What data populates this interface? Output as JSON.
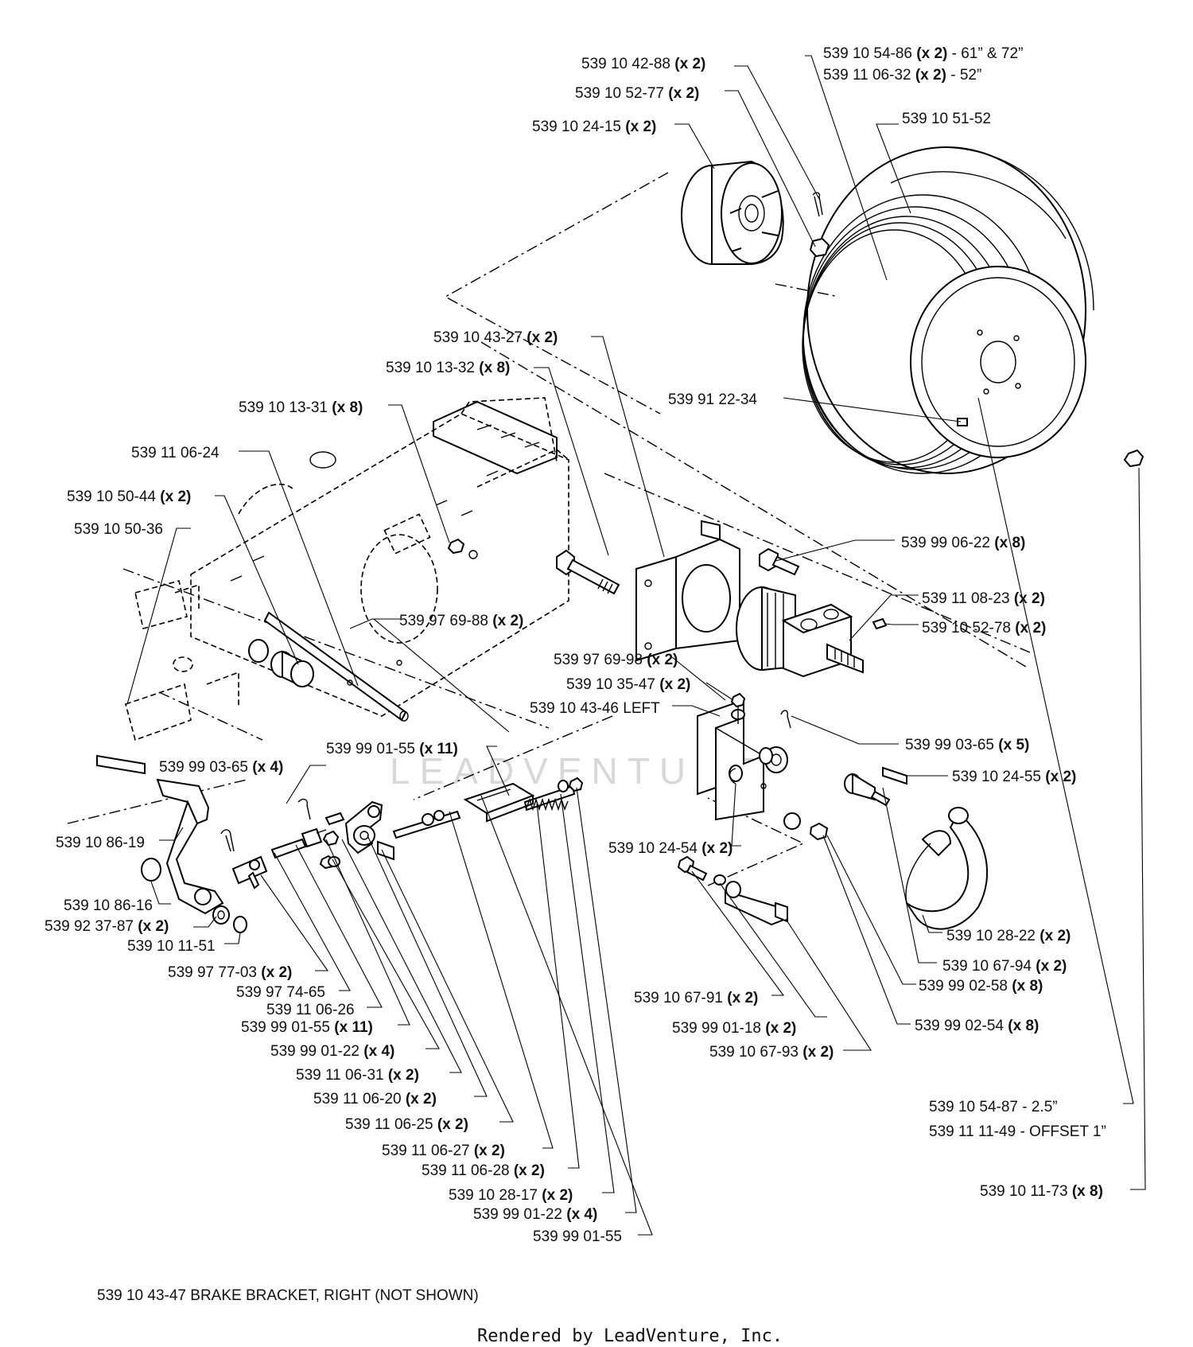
{
  "callouts": [
    {
      "id": "c01",
      "part": "539 10 54-86",
      "qty": "(x 2)",
      "suffix": " - 61” & 72”"
    },
    {
      "id": "c02",
      "part": "539 11 06-32",
      "qty": "(x 2)",
      "suffix": " - 52”"
    },
    {
      "id": "c03",
      "part": "539 10 42-88",
      "qty": "(x 2)",
      "suffix": ""
    },
    {
      "id": "c04",
      "part": "539 10 52-77",
      "qty": "(x 2)",
      "suffix": ""
    },
    {
      "id": "c05",
      "part": "539 10 24-15",
      "qty": "(x 2)",
      "suffix": ""
    },
    {
      "id": "c06",
      "part": "539 10 51-52",
      "qty": "",
      "suffix": ""
    },
    {
      "id": "c07",
      "part": "539 10 43-27",
      "qty": "(x 2)",
      "suffix": ""
    },
    {
      "id": "c08",
      "part": "539 10 13-32",
      "qty": "(x 8)",
      "suffix": ""
    },
    {
      "id": "c09",
      "part": "539 91 22-34",
      "qty": "",
      "suffix": ""
    },
    {
      "id": "c10",
      "part": "539 10 13-31",
      "qty": "(x 8)",
      "suffix": ""
    },
    {
      "id": "c11",
      "part": "539 11 06-24",
      "qty": "",
      "suffix": ""
    },
    {
      "id": "c12",
      "part": "539 10 50-44",
      "qty": "(x 2)",
      "suffix": ""
    },
    {
      "id": "c13",
      "part": "539 10 50-36",
      "qty": "",
      "suffix": ""
    },
    {
      "id": "c14",
      "part": "539 99 06-22",
      "qty": "(x 8)",
      "suffix": ""
    },
    {
      "id": "c15",
      "part": "539 11 08-23",
      "qty": "(x 2)",
      "suffix": ""
    },
    {
      "id": "c16",
      "part": "539 10 52-78",
      "qty": "(x 2)",
      "suffix": ""
    },
    {
      "id": "c17",
      "part": "539 97 69-88",
      "qty": "(x 2)",
      "suffix": ""
    },
    {
      "id": "c18",
      "part": "539 97 69-98",
      "qty": "(x 2)",
      "suffix": ""
    },
    {
      "id": "c19",
      "part": "539 10 35-47",
      "qty": "(x 2)",
      "suffix": ""
    },
    {
      "id": "c20",
      "part": "539 10 43-46 LEFT",
      "qty": "",
      "suffix": ""
    },
    {
      "id": "c21",
      "part": "539 99 03-65",
      "qty": "(x 5)",
      "suffix": ""
    },
    {
      "id": "c22",
      "part": "539 99 01-55",
      "qty": "(x 11)",
      "suffix": ""
    },
    {
      "id": "c23",
      "part": "539 99 03-65",
      "qty": "(x 4)",
      "suffix": ""
    },
    {
      "id": "c24",
      "part": "539 10 24-55",
      "qty": "(x 2)",
      "suffix": ""
    },
    {
      "id": "c25",
      "part": "539 10 86-19",
      "qty": "",
      "suffix": ""
    },
    {
      "id": "c26",
      "part": "539 10 24-54",
      "qty": "(x 2)",
      "suffix": ""
    },
    {
      "id": "c27",
      "part": "539 10 86-16",
      "qty": "",
      "suffix": ""
    },
    {
      "id": "c28",
      "part": "539 92 37-87",
      "qty": "(x 2)",
      "suffix": ""
    },
    {
      "id": "c29",
      "part": "539 10 11-51",
      "qty": "",
      "suffix": ""
    },
    {
      "id": "c30",
      "part": "539 10 28-22",
      "qty": "(x 2)",
      "suffix": ""
    },
    {
      "id": "c31",
      "part": "539 10 67-94",
      "qty": "(x 2)",
      "suffix": ""
    },
    {
      "id": "c32",
      "part": "539 99 02-58",
      "qty": "(x 8)",
      "suffix": ""
    },
    {
      "id": "c33",
      "part": "539 97 77-03",
      "qty": "(x 2)",
      "suffix": ""
    },
    {
      "id": "c34",
      "part": "539 97 74-65",
      "qty": "",
      "suffix": ""
    },
    {
      "id": "c35",
      "part": "539 10 67-91",
      "qty": "(x 2)",
      "suffix": ""
    },
    {
      "id": "c36",
      "part": "539 11 06-26",
      "qty": "",
      "suffix": ""
    },
    {
      "id": "c37",
      "part": "539 99 01-55",
      "qty": "(x 11)",
      "suffix": ""
    },
    {
      "id": "c38",
      "part": "539 99 01-18",
      "qty": "(x 2)",
      "suffix": ""
    },
    {
      "id": "c39",
      "part": "539 99 02-54",
      "qty": "(x 8)",
      "suffix": ""
    },
    {
      "id": "c40",
      "part": "539 99 01-22",
      "qty": "(x 4)",
      "suffix": ""
    },
    {
      "id": "c41",
      "part": "539 10 67-93",
      "qty": "(x 2)",
      "suffix": ""
    },
    {
      "id": "c42",
      "part": "539 11 06-31",
      "qty": "(x 2)",
      "suffix": ""
    },
    {
      "id": "c43",
      "part": "539 11 06-20",
      "qty": "(x 2)",
      "suffix": ""
    },
    {
      "id": "c44",
      "part": "539 10 54-87 - 2.5”",
      "qty": "",
      "suffix": ""
    },
    {
      "id": "c45",
      "part": "539 11 11-49 - OFFSET 1”",
      "qty": "",
      "suffix": ""
    },
    {
      "id": "c46",
      "part": "539 11 06-25",
      "qty": "(x 2)",
      "suffix": ""
    },
    {
      "id": "c47",
      "part": "539 11 06-27",
      "qty": "(x 2)",
      "suffix": ""
    },
    {
      "id": "c48",
      "part": "539 11 06-28",
      "qty": "(x 2)",
      "suffix": ""
    },
    {
      "id": "c49",
      "part": "539 10 11-73",
      "qty": "(x 8)",
      "suffix": ""
    },
    {
      "id": "c50",
      "part": "539 10 28-17",
      "qty": "(x 2)",
      "suffix": ""
    },
    {
      "id": "c51",
      "part": "539 99 01-22",
      "qty": "(x 4)",
      "suffix": ""
    },
    {
      "id": "c52",
      "part": "539 99 01-55",
      "qty": "",
      "suffix": ""
    }
  ],
  "footnote": "539 10 43-47 BRAKE BRACKET, RIGHT (NOT SHOWN)",
  "credit": "Rendered by LeadVenture, Inc.",
  "watermark": "LEADVENTURE"
}
